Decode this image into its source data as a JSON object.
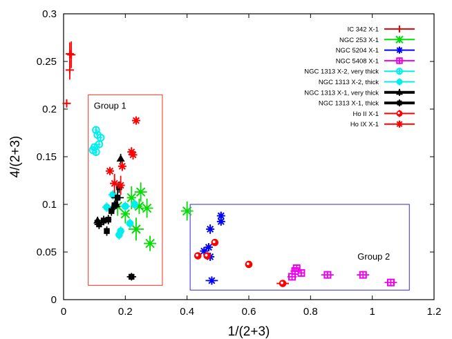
{
  "chart_data": {
    "type": "scatter",
    "xlabel": "1/(2+3)",
    "ylabel": "4/(2+3)",
    "xlim": [
      0,
      1.2
    ],
    "ylim": [
      0,
      0.3
    ],
    "xticks": [
      "0",
      "0.2",
      "0.4",
      "0.6",
      "0.8",
      "1",
      "1.2"
    ],
    "yticks": [
      "0",
      "0.05",
      "0.1",
      "0.15",
      "0.2",
      "0.25",
      "0.3"
    ],
    "legend_position": "top-right",
    "grid": false,
    "groups": [
      {
        "label": "Group 1",
        "color": "#e8321e",
        "x": [
          0.08,
          0.32
        ],
        "y": [
          0.015,
          0.215
        ],
        "label_corner": "top-left"
      },
      {
        "label": "Group 2",
        "color": "#2a2ad8",
        "x": [
          0.41,
          1.12
        ],
        "y": [
          0.01,
          0.1
        ],
        "label_corner": "bottom-right"
      }
    ],
    "series": [
      {
        "name": "IC 342 X-1",
        "color": "#ff0000",
        "marker": "plus",
        "points": [
          {
            "x": 0.01,
            "y": 0.206,
            "xerr": 0.004,
            "yerr": 0.004
          },
          {
            "x": 0.02,
            "y": 0.258,
            "xerr": 0.004,
            "yerr": 0.012
          },
          {
            "x": 0.02,
            "y": 0.241,
            "xerr": 0.004,
            "yerr": 0.01
          },
          {
            "x": 0.025,
            "y": 0.257,
            "xerr": 0.008,
            "yerr": 0.014
          }
        ]
      },
      {
        "name": "NGC 253 X-1",
        "color": "#00dd00",
        "marker": "x",
        "points": [
          {
            "x": 0.4,
            "y": 0.093,
            "xerr": 0.02,
            "yerr": 0.01
          },
          {
            "x": 0.28,
            "y": 0.059,
            "xerr": 0.02,
            "yerr": 0.008
          },
          {
            "x": 0.235,
            "y": 0.074,
            "xerr": 0.025,
            "yerr": 0.012
          },
          {
            "x": 0.25,
            "y": 0.113,
            "xerr": 0.02,
            "yerr": 0.01
          },
          {
            "x": 0.27,
            "y": 0.096,
            "xerr": 0.02,
            "yerr": 0.01
          },
          {
            "x": 0.22,
            "y": 0.107,
            "xerr": 0.015,
            "yerr": 0.012
          },
          {
            "x": 0.2,
            "y": 0.09,
            "xerr": 0.015,
            "yerr": 0.01
          },
          {
            "x": 0.175,
            "y": 0.098,
            "xerr": 0.015,
            "yerr": 0.01
          },
          {
            "x": 0.245,
            "y": 0.098,
            "xerr": 0.01,
            "yerr": 0.008
          }
        ]
      },
      {
        "name": "NGC 5204 X-1",
        "color": "#0000ff",
        "marker": "star",
        "points": [
          {
            "x": 0.48,
            "y": 0.02,
            "xerr": 0.02,
            "yerr": 0.004
          },
          {
            "x": 0.475,
            "y": 0.074,
            "xerr": 0.006,
            "yerr": 0.005
          },
          {
            "x": 0.475,
            "y": 0.045,
            "xerr": 0.006,
            "yerr": 0.004
          },
          {
            "x": 0.51,
            "y": 0.088,
            "xerr": 0.006,
            "yerr": 0.004
          },
          {
            "x": 0.51,
            "y": 0.082,
            "xerr": 0.006,
            "yerr": 0.004
          },
          {
            "x": 0.455,
            "y": 0.051,
            "xerr": 0.006,
            "yerr": 0.004
          },
          {
            "x": 0.47,
            "y": 0.055,
            "xerr": 0.006,
            "yerr": 0.004
          }
        ]
      },
      {
        "name": "NGC 5408 X-1",
        "color": "#ee00ee",
        "marker": "square",
        "points": [
          {
            "x": 0.75,
            "y": 0.03,
            "xerr": 0.015,
            "yerr": 0.004
          },
          {
            "x": 0.755,
            "y": 0.033,
            "xerr": 0.01,
            "yerr": 0.004
          },
          {
            "x": 0.77,
            "y": 0.028,
            "xerr": 0.01,
            "yerr": 0.004
          },
          {
            "x": 0.74,
            "y": 0.024,
            "xerr": 0.015,
            "yerr": 0.004
          },
          {
            "x": 0.855,
            "y": 0.026,
            "xerr": 0.02,
            "yerr": 0.004
          },
          {
            "x": 0.97,
            "y": 0.026,
            "xerr": 0.02,
            "yerr": 0.004
          },
          {
            "x": 1.06,
            "y": 0.018,
            "xerr": 0.02,
            "yerr": 0.004
          }
        ]
      },
      {
        "name": "NGC 1313 X-2, very thick",
        "color": "#00eeee",
        "marker": "circle",
        "points": [
          {
            "x": 0.105,
            "y": 0.178,
            "xerr": 0.005,
            "yerr": 0.004
          },
          {
            "x": 0.11,
            "y": 0.173,
            "xerr": 0.005,
            "yerr": 0.004
          },
          {
            "x": 0.12,
            "y": 0.17,
            "xerr": 0.005,
            "yerr": 0.004
          },
          {
            "x": 0.115,
            "y": 0.163,
            "xerr": 0.005,
            "yerr": 0.004
          },
          {
            "x": 0.1,
            "y": 0.16,
            "xerr": 0.005,
            "yerr": 0.004
          },
          {
            "x": 0.095,
            "y": 0.157,
            "xerr": 0.005,
            "yerr": 0.004
          },
          {
            "x": 0.105,
            "y": 0.155,
            "xerr": 0.005,
            "yerr": 0.004
          }
        ]
      },
      {
        "name": "NGC 1313 X-2, thick",
        "color": "#00eeee",
        "marker": "filled-circle",
        "points": [
          {
            "x": 0.14,
            "y": 0.097,
            "xerr": 0.015,
            "yerr": 0.005
          },
          {
            "x": 0.16,
            "y": 0.11,
            "xerr": 0.015,
            "yerr": 0.005
          },
          {
            "x": 0.2,
            "y": 0.098,
            "xerr": 0.015,
            "yerr": 0.005
          },
          {
            "x": 0.185,
            "y": 0.072,
            "xerr": 0.01,
            "yerr": 0.005
          },
          {
            "x": 0.18,
            "y": 0.068,
            "xerr": 0.01,
            "yerr": 0.005
          },
          {
            "x": 0.215,
            "y": 0.08,
            "xerr": 0.01,
            "yerr": 0.005
          },
          {
            "x": 0.23,
            "y": 0.1,
            "xerr": 0.01,
            "yerr": 0.005
          }
        ]
      },
      {
        "name": "NGC 1313 X-1, very thick",
        "color": "#000000",
        "marker": "filled-triangle",
        "points": [
          {
            "x": 0.185,
            "y": 0.148,
            "xerr": 0.006,
            "yerr": 0.005
          },
          {
            "x": 0.11,
            "y": 0.083,
            "xerr": 0.01,
            "yerr": 0.004
          },
          {
            "x": 0.17,
            "y": 0.1,
            "xerr": 0.01,
            "yerr": 0.005
          }
        ]
      },
      {
        "name": "NGC 1313 X-1, thick",
        "color": "#000000",
        "marker": "filled-square",
        "points": [
          {
            "x": 0.22,
            "y": 0.024,
            "xerr": 0.015,
            "yerr": 0.004
          },
          {
            "x": 0.115,
            "y": 0.079,
            "xerr": 0.015,
            "yerr": 0.005
          },
          {
            "x": 0.13,
            "y": 0.083,
            "xerr": 0.015,
            "yerr": 0.005
          },
          {
            "x": 0.14,
            "y": 0.072,
            "xerr": 0.008,
            "yerr": 0.005
          },
          {
            "x": 0.145,
            "y": 0.084,
            "xerr": 0.01,
            "yerr": 0.005
          },
          {
            "x": 0.155,
            "y": 0.093,
            "xerr": 0.01,
            "yerr": 0.005
          },
          {
            "x": 0.165,
            "y": 0.099,
            "xerr": 0.01,
            "yerr": 0.005
          },
          {
            "x": 0.175,
            "y": 0.107,
            "xerr": 0.02,
            "yerr": 0.01
          },
          {
            "x": 0.18,
            "y": 0.118,
            "xerr": 0.01,
            "yerr": 0.006
          }
        ]
      },
      {
        "name": "Ho II X-1",
        "color": "#ff0000",
        "marker": "circle-dot",
        "points": [
          {
            "x": 0.435,
            "y": 0.046,
            "xerr": 0.008,
            "yerr": 0.003
          },
          {
            "x": 0.465,
            "y": 0.046,
            "xerr": 0.008,
            "yerr": 0.003
          },
          {
            "x": 0.49,
            "y": 0.06,
            "xerr": 0.008,
            "yerr": 0.003
          },
          {
            "x": 0.6,
            "y": 0.037,
            "xerr": 0.008,
            "yerr": 0.003
          },
          {
            "x": 0.71,
            "y": 0.017,
            "xerr": 0.02,
            "yerr": 0.003
          }
        ]
      },
      {
        "name": "Ho IX X-1",
        "color": "#ff0000",
        "marker": "star",
        "points": [
          {
            "x": 0.235,
            "y": 0.188,
            "xerr": 0.006,
            "yerr": 0.004
          },
          {
            "x": 0.22,
            "y": 0.155,
            "xerr": 0.006,
            "yerr": 0.005
          },
          {
            "x": 0.225,
            "y": 0.152,
            "xerr": 0.006,
            "yerr": 0.005
          },
          {
            "x": 0.19,
            "y": 0.14,
            "xerr": 0.006,
            "yerr": 0.005
          },
          {
            "x": 0.15,
            "y": 0.135,
            "xerr": 0.006,
            "yerr": 0.004
          },
          {
            "x": 0.165,
            "y": 0.122,
            "xerr": 0.015,
            "yerr": 0.01
          },
          {
            "x": 0.185,
            "y": 0.12,
            "xerr": 0.01,
            "yerr": 0.01
          }
        ]
      }
    ]
  }
}
